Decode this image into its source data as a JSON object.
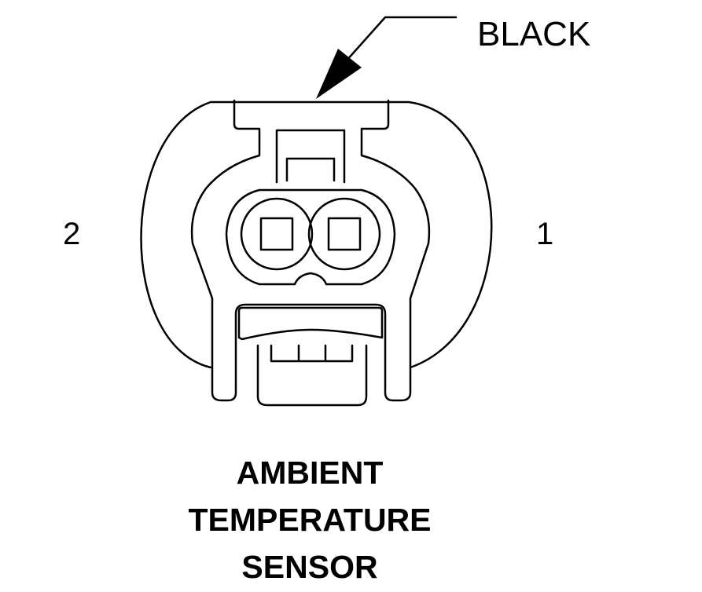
{
  "connector": {
    "color_label": "BLACK",
    "pins": [
      {
        "number": "2"
      },
      {
        "number": "1"
      }
    ]
  },
  "title": {
    "lines": [
      "AMBIENT",
      "TEMPERATURE",
      "SENSOR"
    ]
  },
  "colors": {
    "line": "#000000",
    "background": "#ffffff"
  }
}
